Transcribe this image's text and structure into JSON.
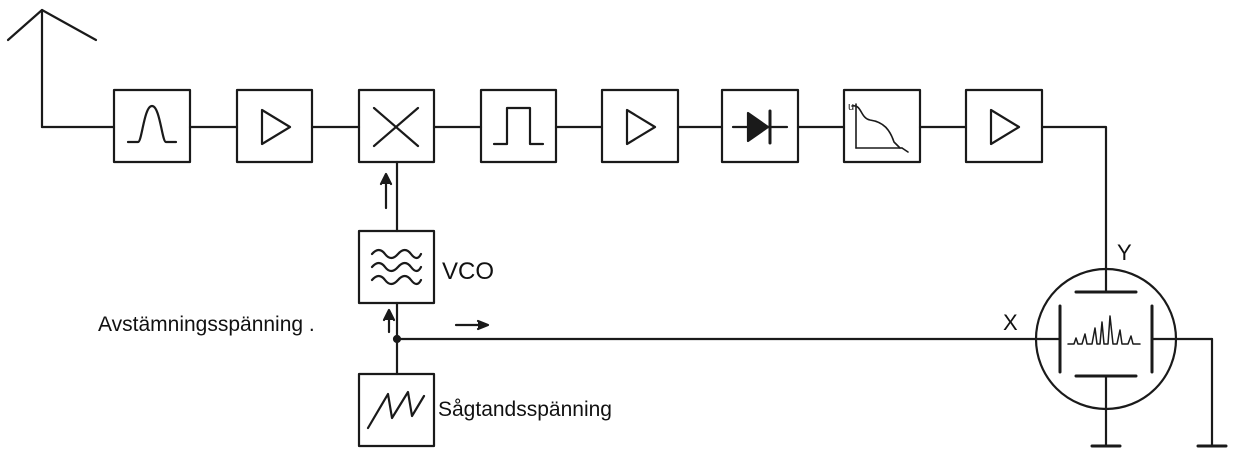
{
  "labels": {
    "vco": "VCO",
    "tuning_voltage": "Avstämningsspänning .",
    "sawtooth_voltage": "Sågtandsspänning",
    "x_input": "X",
    "y_input": "Y"
  },
  "blocks": [
    {
      "name": "bandpass-filter-block",
      "icon": "bandpass-icon"
    },
    {
      "name": "amplifier-block-1",
      "icon": "amplifier-triangle-icon"
    },
    {
      "name": "mixer-block",
      "icon": "mixer-x-icon"
    },
    {
      "name": "pulse-filter-block",
      "icon": "pulse-icon"
    },
    {
      "name": "amplifier-block-2",
      "icon": "amplifier-triangle-icon"
    },
    {
      "name": "detector-block",
      "icon": "diode-icon"
    },
    {
      "name": "log-characteristic-block",
      "icon": "curve-icon"
    },
    {
      "name": "amplifier-block-3",
      "icon": "amplifier-triangle-icon"
    }
  ],
  "colors": {
    "ink": "#1a1a1a",
    "background": "#ffffff"
  }
}
